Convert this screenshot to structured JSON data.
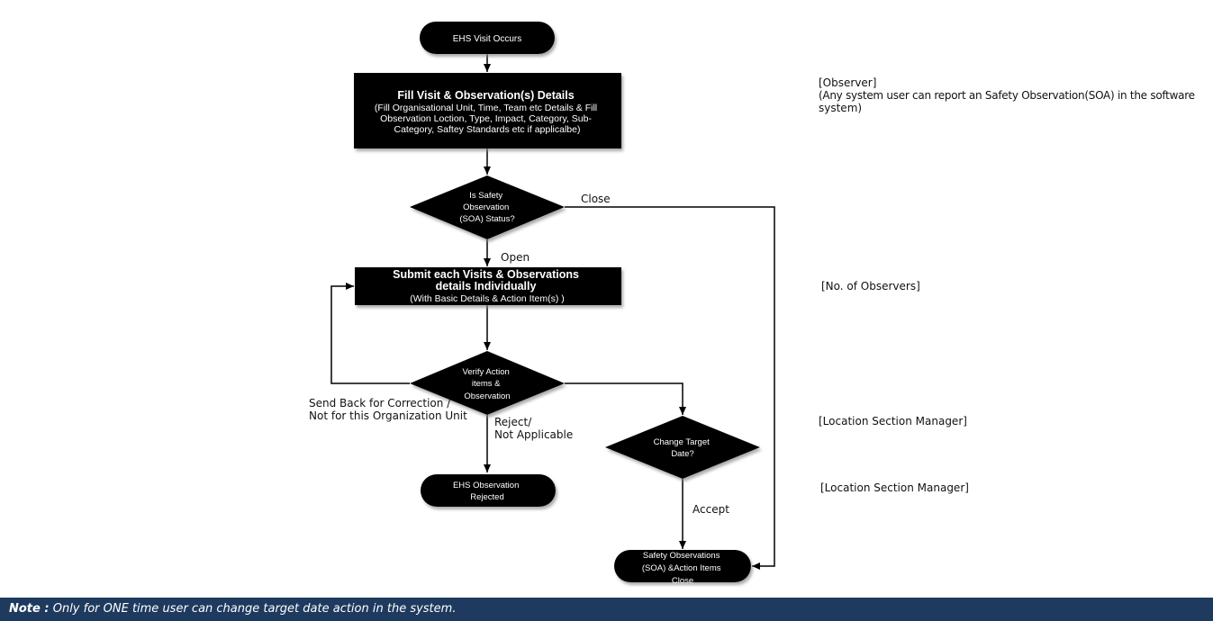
{
  "nodes": {
    "start": [
      "EHS Visit Occurs"
    ],
    "fill": [
      "Fill Visit &  Observation(s) Details",
      "(Fill Organisational Unit, Time, Team etc Details &  Fill",
      "Observation Loction, Type, Impact, Category, Sub-",
      "Category, Saftey Standards etc if applicalbe)"
    ],
    "status": [
      "Is Safety",
      "Observation",
      "(SOA) Status?"
    ],
    "submit": [
      "Submit each Visits & Observations",
      "details Individually",
      "(With Basic Details & Action Item(s)  )"
    ],
    "verify": [
      "Verify Action",
      "items &",
      "Observation"
    ],
    "rejected": [
      "EHS Observation",
      "Rejected"
    ],
    "change": [
      "Change Target",
      "Date?"
    ],
    "closed": [
      "Safety Observations",
      "(SOA) &Action Items",
      "Close"
    ]
  },
  "edges": {
    "close": [
      "Close"
    ],
    "open": [
      "Open"
    ],
    "send_back": [
      "Send Back for Correction /",
      "Not for this Organization Unit"
    ],
    "reject": [
      "Reject/",
      "Not Applicable"
    ],
    "accept": [
      "Accept"
    ]
  },
  "roles": {
    "observer": [
      "[Observer]",
      "(Any system user can report an Safety Observation(SOA) in the software",
      "system)"
    ],
    "observers": [
      "[No. of Observers]"
    ],
    "manager1": [
      "[Location Section Manager]"
    ],
    "manager2": [
      "[Location Section Manager]"
    ]
  },
  "note": {
    "label": "Note :",
    "text": "Only for ONE time user can change target date action in the system."
  },
  "colors": {
    "shape_fill": "#000000",
    "note_bar": "#1f3a5f",
    "text_on_shape": "#ffffff"
  }
}
